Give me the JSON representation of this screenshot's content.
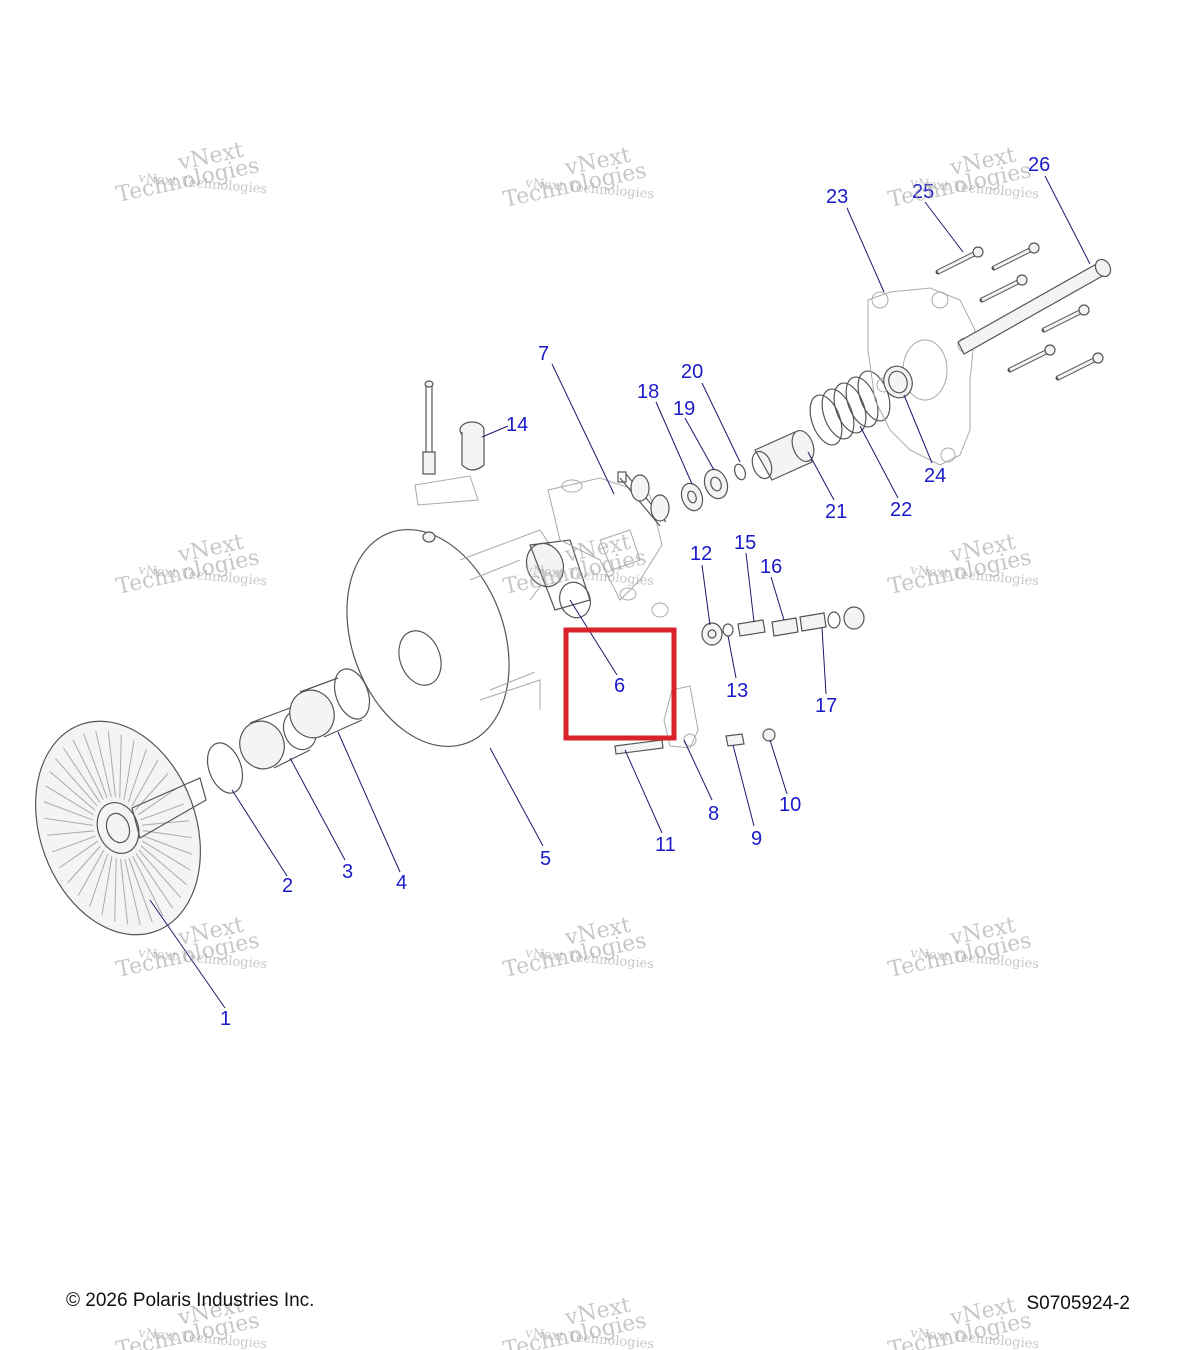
{
  "footer": {
    "copyright": "© 2026 Polaris Industries Inc.",
    "drawing_id": "S0705924-2"
  },
  "watermark": {
    "line1": "vNext",
    "line2": "vNext Technologies",
    "line3": "Technologies"
  },
  "callouts": [
    "1",
    "2",
    "3",
    "4",
    "5",
    "6",
    "7",
    "8",
    "9",
    "10",
    "11",
    "12",
    "13",
    "14",
    "15",
    "16",
    "17",
    "18",
    "19",
    "20",
    "21",
    "22",
    "23",
    "24",
    "25",
    "26"
  ],
  "highlighted_callout": "6",
  "colors": {
    "callout_text": "#1a1ac8",
    "highlight_box": "#d9232a",
    "watermark": "#9a9a9a"
  }
}
